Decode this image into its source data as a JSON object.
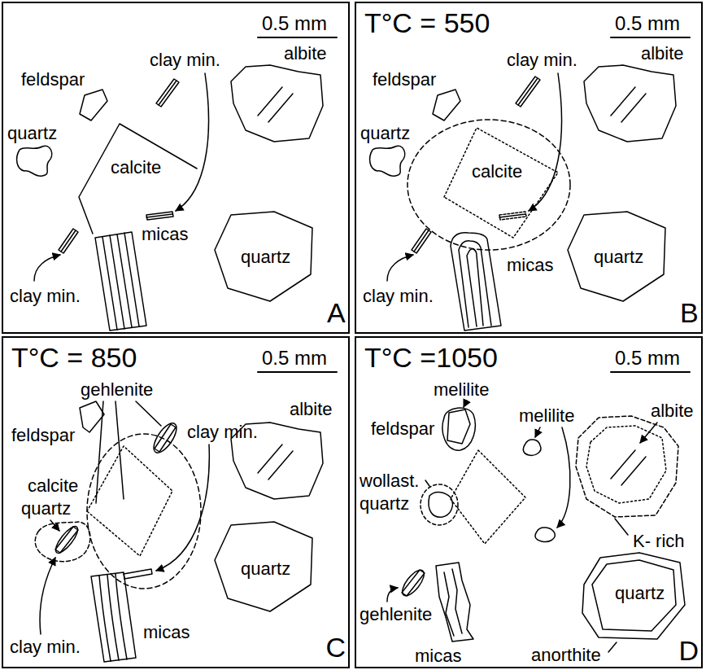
{
  "diagram": {
    "nodes": [
      {
        "text": [
          "0.5 mm",
          "albite",
          "feldspar",
          "clay min.",
          "quartz",
          "calcite",
          "micas",
          "quartz",
          "clay min.",
          "A"
        ]
      },
      {
        "text": [
          "T°C = 550",
          "0.5 mm",
          "feldspar",
          "clay min.",
          "albite",
          "quartz",
          "calcite",
          "micas",
          "quartz",
          "clay min.",
          "B"
        ]
      },
      {
        "text": [
          "T°C = 850",
          "0.5 mm",
          "gehlenite",
          "albite",
          "feldspar",
          "clay min.",
          "calcite",
          "quartz",
          "micas",
          "quartz",
          "clay min.",
          "C"
        ]
      },
      {
        "text": [
          "T°C =1050",
          "0.5 mm",
          "melilite",
          "albite",
          "feldspar",
          "melilite",
          "wollast.",
          "quartz",
          "K- rich",
          "quartz",
          "gehlenite",
          "micas",
          "anorthite",
          "D"
        ]
      }
    ]
  }
}
